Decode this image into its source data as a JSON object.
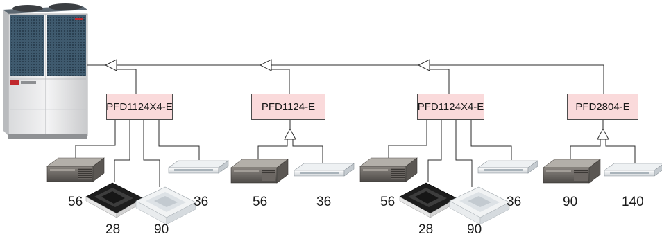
{
  "branch_boxes": [
    {
      "label": "PFD1124X4-E"
    },
    {
      "label": "PFD1124-E"
    },
    {
      "label": "PFD1124X4-E"
    },
    {
      "label": "PFD2804-E"
    }
  ],
  "indoor_capacities": [
    "56",
    "28",
    "90",
    "36",
    "56",
    "36",
    "56",
    "28",
    "90",
    "36",
    "90",
    "140"
  ],
  "colors": {
    "box_fill": "#fadadb",
    "line": "#2a2a2a"
  },
  "icons": [
    "outdoor-unit-icon",
    "ducted-unit-icon",
    "cassette-black-icon",
    "cassette-white-icon",
    "ceiling-suspended-unit-icon"
  ]
}
